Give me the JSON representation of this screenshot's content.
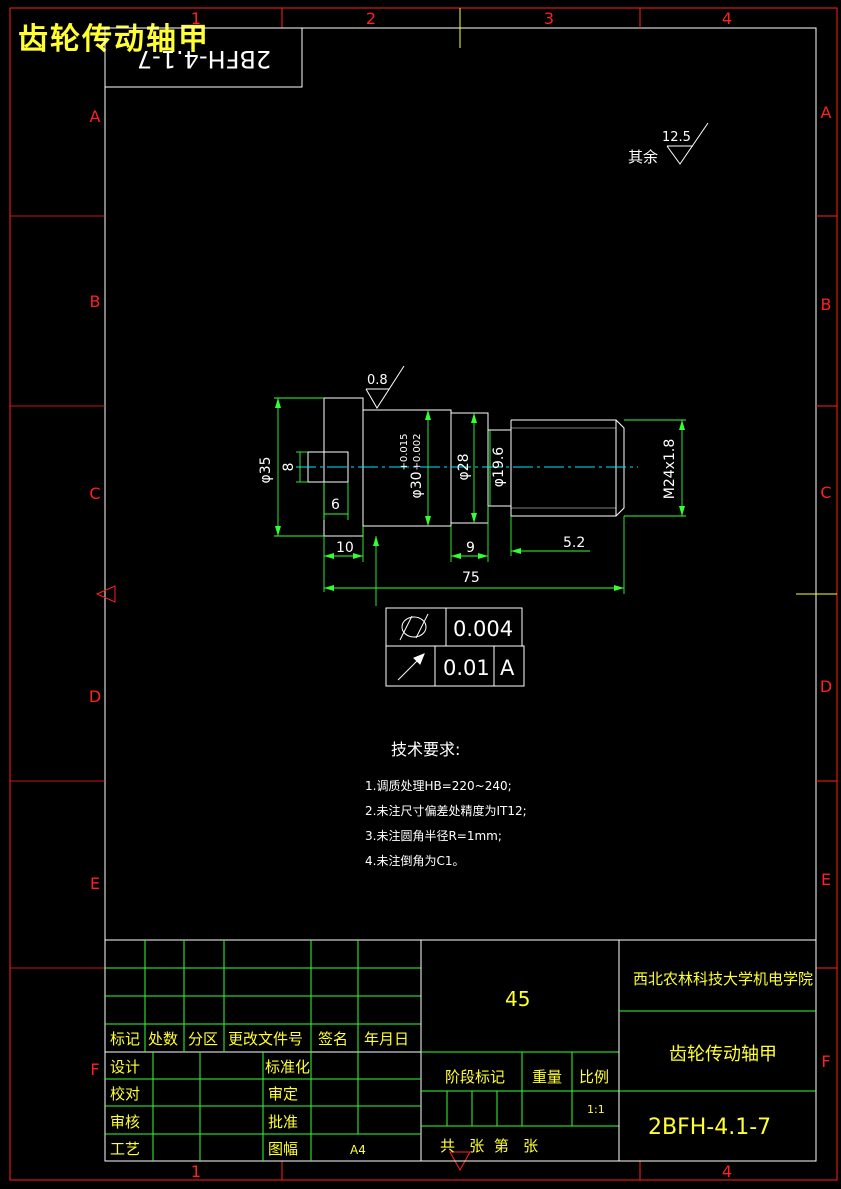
{
  "title": "齿轮传动轴甲",
  "colors": {
    "frame": "#ff2020",
    "line": "#ffffff",
    "dim": "#33ff33",
    "center": "#00e5ff",
    "text": "#ffff33"
  },
  "border": {
    "cols": [
      "1",
      "2",
      "3",
      "4"
    ],
    "rows": [
      "A",
      "B",
      "C",
      "D",
      "E",
      "F"
    ]
  },
  "drawing_no_mirror": "2BFH-4.1-7",
  "roughness": {
    "rest_label": "其余",
    "rest_value": "12.5",
    "part_value": "0.8"
  },
  "dimensions": {
    "d35": "φ35",
    "key_w": "8",
    "key_l": "6",
    "d30": "φ30",
    "tol_up": "+0.015",
    "tol_low": "+0.002",
    "d28": "φ28",
    "d19": "φ19.6",
    "thread": "M24x1.8",
    "len10": "10",
    "len9": "9",
    "len52": "5.2",
    "len75": "75"
  },
  "tolerance_frames": {
    "cyl_value": "0.004",
    "runout_value": "0.01",
    "datum": "A"
  },
  "tech": {
    "heading": "技术要求:",
    "items": [
      "1.调质处理HB=220~240;",
      "2.未注尺寸偏差处精度为IT12;",
      "3.未注圆角半径R=1mm;",
      "4.未注倒角为C1。"
    ]
  },
  "title_block": {
    "headers": [
      "标记",
      "处数",
      "分区",
      "更改文件号",
      "签名",
      "年月日"
    ],
    "roles_left": [
      "设计",
      "校对",
      "审核",
      "工艺"
    ],
    "roles_mid": [
      "标准化",
      "审定",
      "批准",
      "图幅"
    ],
    "sheet_size": "A4",
    "material": "45",
    "stage_label": "阶段标记",
    "weight_label": "重量",
    "scale_label": "比例",
    "scale_value": "1:1",
    "sheets": "共   张  第   张",
    "school": "西北农林科技大学机电学院",
    "part_name": "齿轮传动轴甲",
    "drawing_no": "2BFH-4.1-7"
  }
}
